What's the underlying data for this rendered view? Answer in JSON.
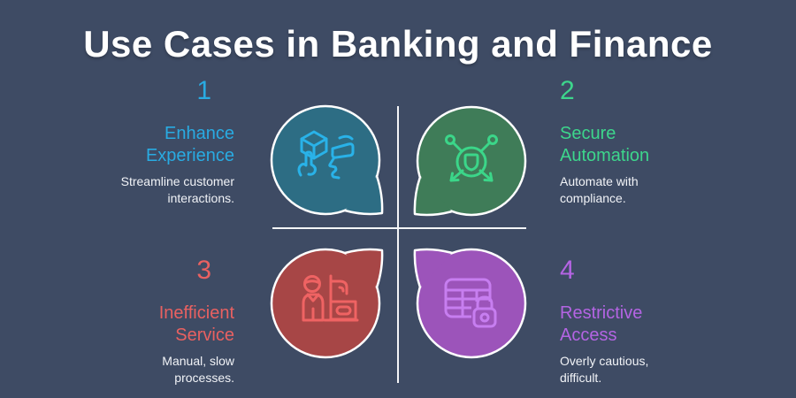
{
  "title": "Use Cases in Banking and Finance",
  "colors": {
    "background": "#3e4b64",
    "divider": "#f4f5f7",
    "bubble_outline": "#ffffff",
    "body_text": "#f1f3f7",
    "title_text": "#ffffff"
  },
  "quadrants": [
    {
      "number": "1",
      "heading": "Enhance\nExperience",
      "description": "Streamline customer\ninteractions.",
      "accent": "#29abe2",
      "bubble_fill": "#2d6d84",
      "icon_color": "#29b2e8",
      "icon": "ar-experience-icon"
    },
    {
      "number": "2",
      "heading": "Secure\nAutomation",
      "description": "Automate with\ncompliance.",
      "accent": "#3dd68c",
      "bubble_fill": "#3f7c58",
      "icon_color": "#3bd689",
      "icon": "secure-automation-icon"
    },
    {
      "number": "3",
      "heading": "Inefficient\nService",
      "description": "Manual, slow\nprocesses.",
      "accent": "#e96161",
      "bubble_fill": "#a74646",
      "icon_color": "#ef6363",
      "icon": "teller-counter-icon"
    },
    {
      "number": "4",
      "heading": "Restrictive\nAccess",
      "description": "Overly cautious,\ndifficult.",
      "accent": "#b464e3",
      "bubble_fill": "#9c54ba",
      "icon_color": "#c77ef0",
      "icon": "locked-table-icon"
    }
  ]
}
